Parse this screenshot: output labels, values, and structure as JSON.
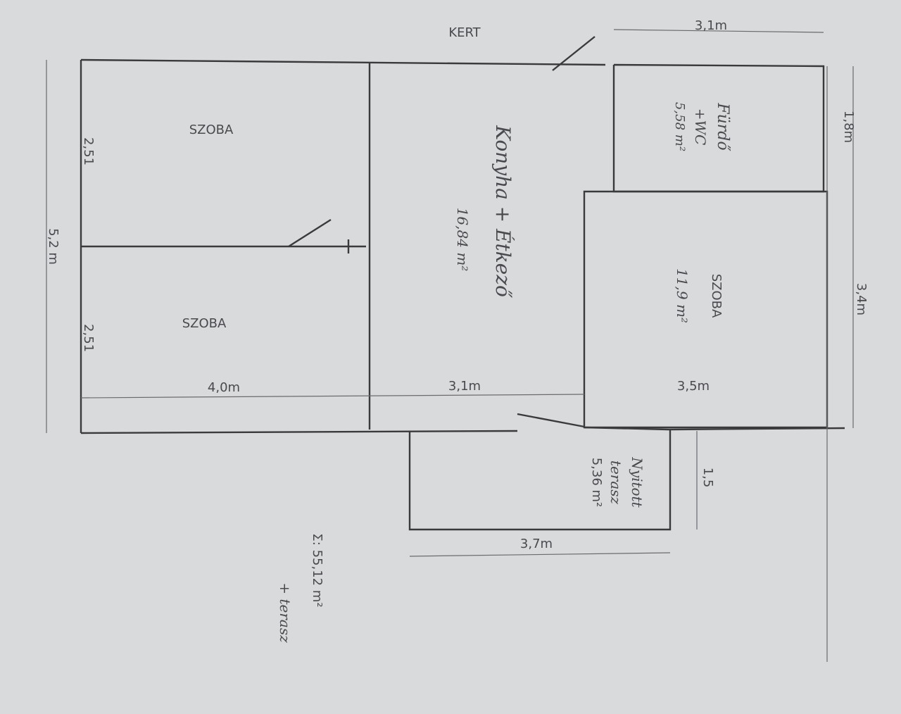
{
  "plan": {
    "garden": "KERT",
    "total_area": "Σ: 55,12 m²",
    "total_note": "+ terasz",
    "rooms": [
      {
        "name": "SZOBA"
      },
      {
        "name": "SZOBA"
      },
      {
        "name": "Konyha + Étkező",
        "area": "16,84 m²"
      },
      {
        "name": "Fürdő",
        "name2": "+WC",
        "area": "5,58 m²"
      },
      {
        "name": "SZOBA",
        "area": "11,9 m²"
      },
      {
        "name": "Nyitott",
        "name2": "terasz",
        "area": "5,36 m²"
      }
    ],
    "dimensions": {
      "top_bath_width": "3,1m",
      "left_height": "5,2 m",
      "upper_room_depth": "2,51",
      "lower_room_depth": "2,51",
      "left_width": "4,0m",
      "kitchen_width": "3,1m",
      "right_room_width": "3,5m",
      "bath_depth": "1,8m",
      "right_room_depth": "3,4m",
      "terrace_depth": "1,5",
      "terrace_width": "3,7m"
    }
  }
}
